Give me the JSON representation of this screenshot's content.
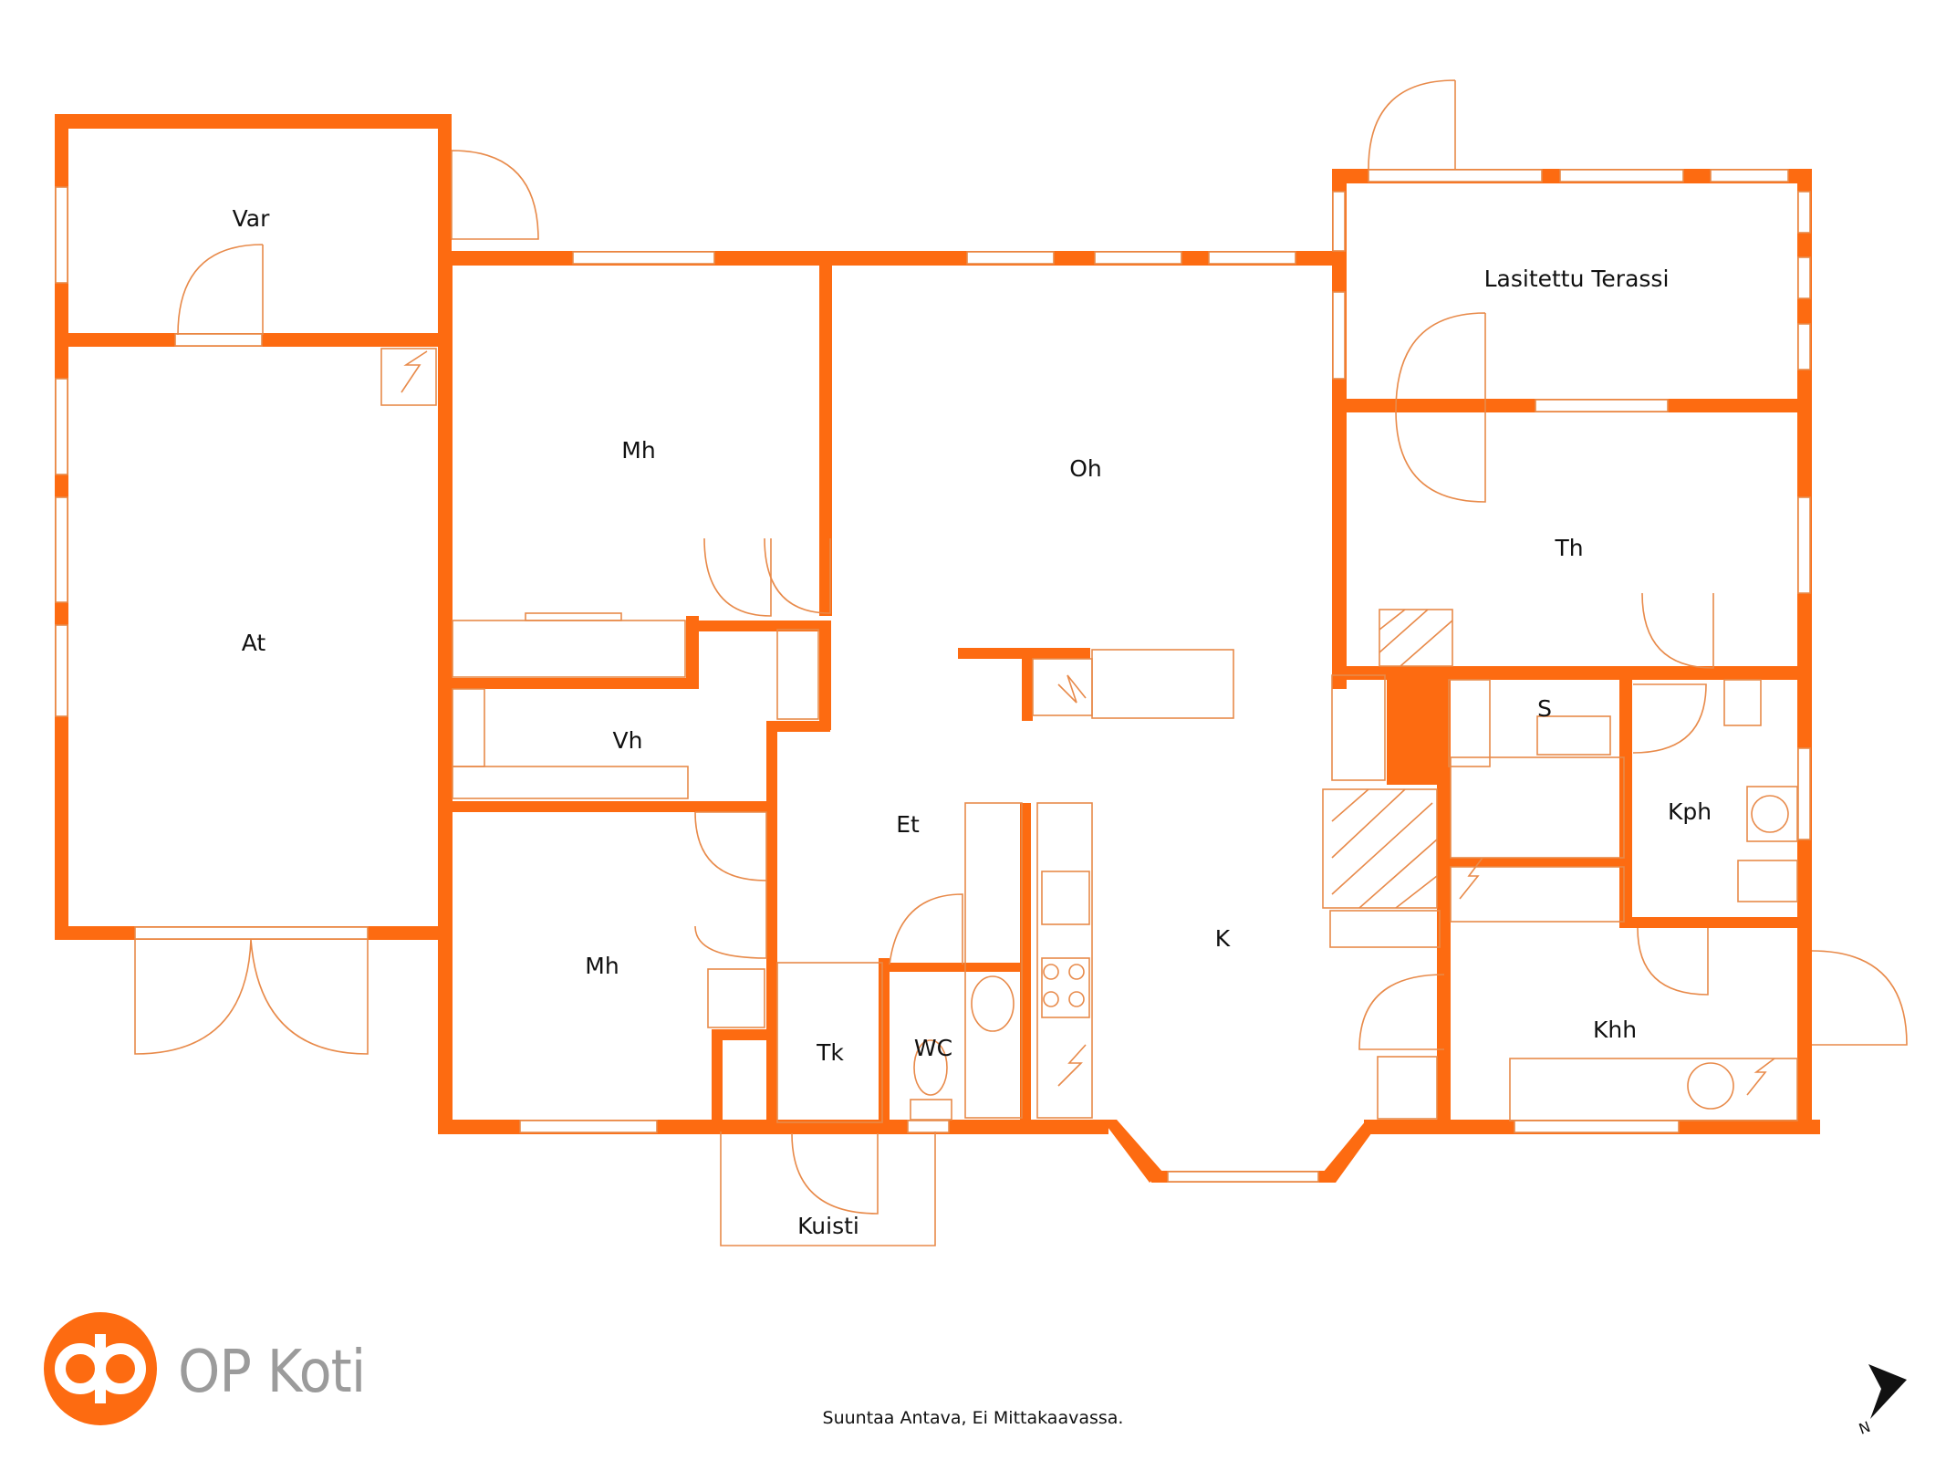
{
  "floorplan": {
    "rooms": [
      {
        "key": "var",
        "label": "Var"
      },
      {
        "key": "at",
        "label": "At"
      },
      {
        "key": "mh1",
        "label": "Mh"
      },
      {
        "key": "vh",
        "label": "Vh"
      },
      {
        "key": "mh2",
        "label": "Mh"
      },
      {
        "key": "oh",
        "label": "Oh"
      },
      {
        "key": "et",
        "label": "Et"
      },
      {
        "key": "tk",
        "label": "Tk"
      },
      {
        "key": "wc",
        "label": "WC"
      },
      {
        "key": "k",
        "label": "K"
      },
      {
        "key": "kuisti",
        "label": "Kuisti"
      },
      {
        "key": "terassi",
        "label": "Lasitettu Terassi"
      },
      {
        "key": "th",
        "label": "Th"
      },
      {
        "key": "s",
        "label": "S"
      },
      {
        "key": "kph",
        "label": "Kph"
      },
      {
        "key": "khh",
        "label": "Khh"
      }
    ],
    "wall_color": "#fd6b11",
    "line_color": "#e88a4a"
  },
  "brand": {
    "name": "OP Koti",
    "logo_color": "#fd6b11"
  },
  "caption": "Suuntaa Antava, Ei Mittakaavassa.",
  "compass": {
    "label": "N"
  }
}
